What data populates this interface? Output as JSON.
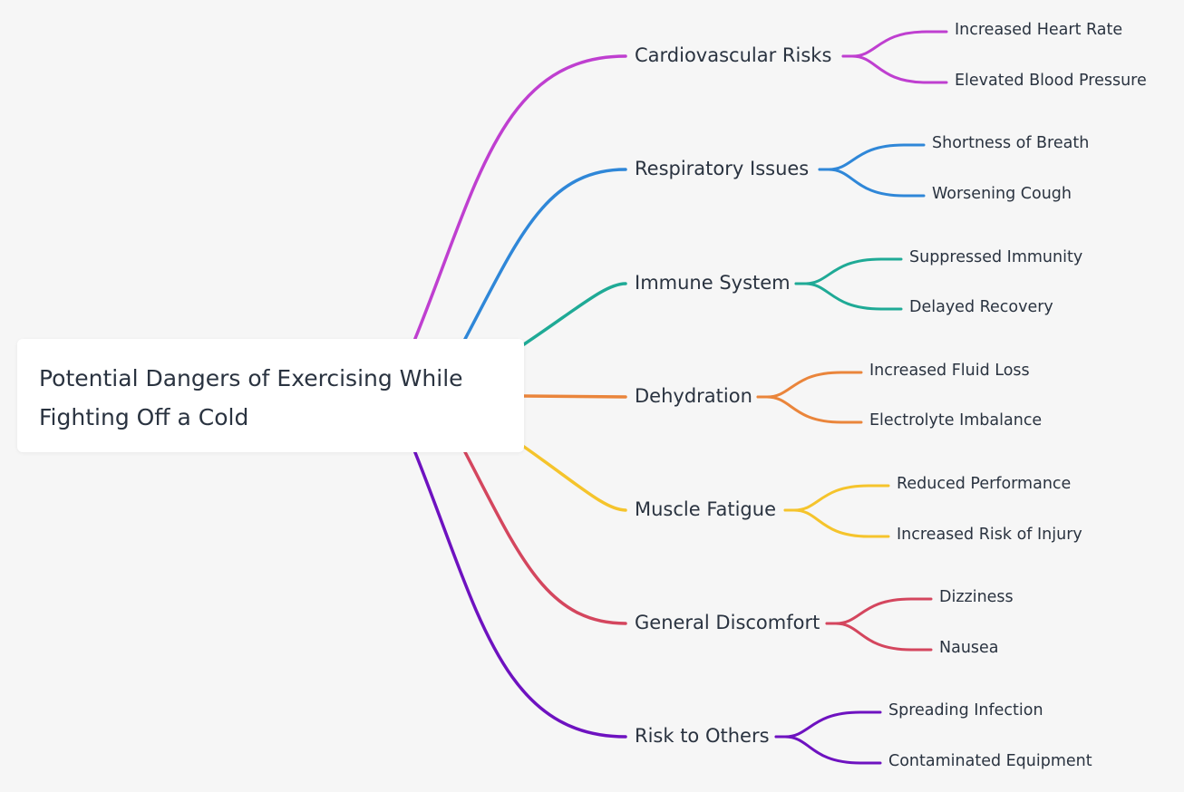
{
  "root": {
    "title": "Potential Dangers of Exercising While\nFighting Off a Cold"
  },
  "branches": [
    {
      "label": "Cardiovascular Risks",
      "color": "#bf3fd0",
      "children": [
        "Increased Heart Rate",
        "Elevated Blood Pressure"
      ]
    },
    {
      "label": "Respiratory Issues",
      "color": "#2f87d8",
      "children": [
        "Shortness of Breath",
        "Worsening Cough"
      ]
    },
    {
      "label": "Immune System",
      "color": "#1faa96",
      "children": [
        "Suppressed Immunity",
        "Delayed Recovery"
      ]
    },
    {
      "label": "Dehydration",
      "color": "#ea853b",
      "children": [
        "Increased Fluid Loss",
        "Electrolyte Imbalance"
      ]
    },
    {
      "label": "Muscle Fatigue",
      "color": "#f5c42c",
      "children": [
        "Reduced Performance",
        "Increased Risk of Injury"
      ]
    },
    {
      "label": "General Discomfort",
      "color": "#d4465e",
      "children": [
        "Dizziness",
        "Nausea"
      ]
    },
    {
      "label": "Risk to Others",
      "color": "#6e12c0",
      "children": [
        "Spreading Infection",
        "Contaminated Equipment"
      ]
    }
  ]
}
